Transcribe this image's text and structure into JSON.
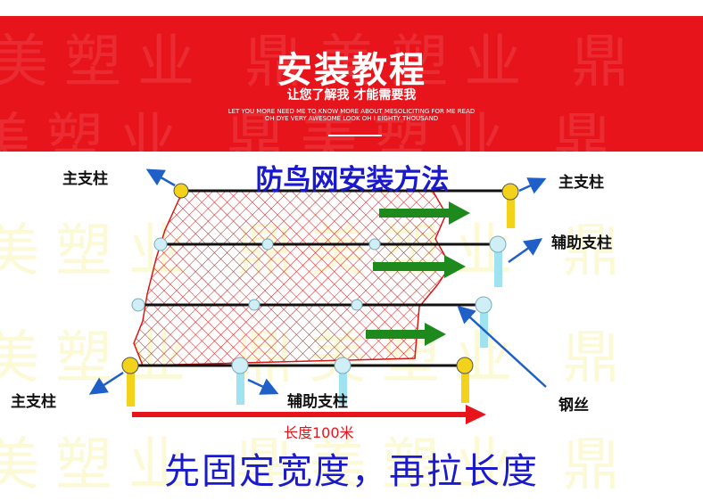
{
  "banner": {
    "title": "安装教程",
    "subtitle": "让您了解我 才能需要我",
    "english_line1": "LET YOU MORE NEED ME TO KNOW MORE ABOUT MESOLICITING FOR ME READ",
    "english_line2": "OH DYE VERY AWESOME LOOK OH I EIGHTY THOUSAND",
    "watermark": "美塑业  鼎美塑业  鼎"
  },
  "diagram": {
    "heading": "防鸟网安装方法",
    "labels": {
      "main_post_top_left": "主支柱",
      "main_post_top_right": "主支柱",
      "aux_post_right": "辅助支柱",
      "main_post_bottom_left": "主支柱",
      "aux_post_bottom": "辅助支柱",
      "wire": "钢丝",
      "length": "长度100米"
    },
    "colors": {
      "heading": "#1a1acc",
      "arrow_green": "#1e8a1e",
      "arrow_red": "#e8141b",
      "pointer_blue": "#1f5fc8",
      "net": "#d81818"
    }
  },
  "caption": "先固定宽度，再拉长度"
}
